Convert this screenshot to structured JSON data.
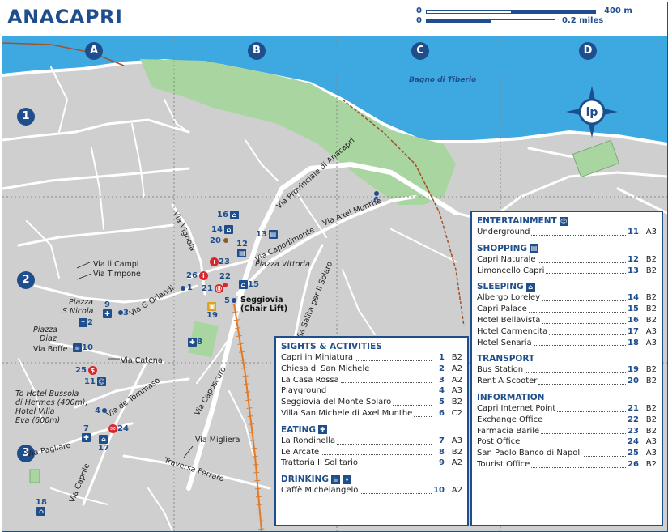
{
  "title": "ANACAPRI",
  "scale": {
    "zero_top": "0",
    "zero_bottom": "0",
    "metric_label": "400 m",
    "imperial_label": "0.2 miles"
  },
  "grid": {
    "columns": [
      "A",
      "B",
      "C",
      "D"
    ],
    "rows": [
      "1",
      "2",
      "3"
    ]
  },
  "map_labels": {
    "bay": "Bagno di Tiberio",
    "piazza_vittoria": "Piazza Vittoria",
    "piazza_s_nicola_1": "Piazza",
    "piazza_s_nicola_2": "S Nicola",
    "piazza_diaz_1": "Piazza",
    "piazza_diaz_2": "Diaz",
    "seggiovia_1": "Seggiovia",
    "seggiovia_2": "(Chair Lift)",
    "hotels_note_1": "To Hotel Bussola",
    "hotels_note_2": "di Hermes (400m);",
    "hotels_note_3": "Hotel Villa",
    "hotels_note_4": "Eva (600m)"
  },
  "streets": {
    "via_provinciale": "Via Provinciale di Anacapri",
    "via_axel_munthe": "Via Axel Munthe",
    "via_capodimonte": "Via Capodimonte",
    "via_vignola": "Via Vignola",
    "via_li_campi": "Via li Campi",
    "via_timpone": "Via Timpone",
    "via_g_orlandi": "Via G Orlandi",
    "via_boffe": "Via Boffe",
    "via_catena": "Via Catena",
    "via_de_tommaso": "Via de Tommaso",
    "via_caposcuro": "Via Caposcuro",
    "via_salita_solaro": "Via Salita per Il Solaro",
    "via_pagliaro": "Via Pagliaro",
    "via_caprile": "Via Caprile",
    "via_migliera": "Via Migliera",
    "traversa_ferraro": "Traversa Ferraro"
  },
  "markers": {
    "m1": "1",
    "m2": "2",
    "m3": "3",
    "m4": "4",
    "m5": "5",
    "m6": "6",
    "m7": "7",
    "m8": "8",
    "m9": "9",
    "m10": "10",
    "m11": "11",
    "m12": "12",
    "m13": "13",
    "m14": "14",
    "m15": "15",
    "m16": "16",
    "m17": "17",
    "m18": "18",
    "m19": "19",
    "m20": "20",
    "m21": "21",
    "m22": "22",
    "m23": "23",
    "m24": "24",
    "m25": "25",
    "m26": "26"
  },
  "legend_left": {
    "sights_title": "SIGHTS & ACTIVITIES",
    "sights": [
      {
        "name": "Capri in Miniatura",
        "page": "1",
        "grid": "B2"
      },
      {
        "name": "Chiesa di San Michele",
        "page": "2",
        "grid": "A2"
      },
      {
        "name": "La Casa Rossa",
        "page": "3",
        "grid": "A2"
      },
      {
        "name": "Playground",
        "page": "4",
        "grid": "A3"
      },
      {
        "name": "Seggiovia del Monte Solaro",
        "page": "5",
        "grid": "B2"
      },
      {
        "name": "Villa San Michele di Axel Munthe",
        "page": "6",
        "grid": "C2"
      }
    ],
    "eating_title": "EATING",
    "eating": [
      {
        "name": "La Rondinella",
        "page": "7",
        "grid": "A3"
      },
      {
        "name": "Le Arcate",
        "page": "8",
        "grid": "B2"
      },
      {
        "name": "Trattoria Il Solitario",
        "page": "9",
        "grid": "A2"
      }
    ],
    "drinking_title": "DRINKING",
    "drinking": [
      {
        "name": "Caffè Michelangelo",
        "page": "10",
        "grid": "A2"
      }
    ]
  },
  "legend_right": {
    "entertainment_title": "ENTERTAINMENT",
    "entertainment": [
      {
        "name": "Underground",
        "page": "11",
        "grid": "A3"
      }
    ],
    "shopping_title": "SHOPPING",
    "shopping": [
      {
        "name": "Capri Naturale",
        "page": "12",
        "grid": "B2"
      },
      {
        "name": "Limoncello Capri",
        "page": "13",
        "grid": "B2"
      }
    ],
    "sleeping_title": "SLEEPING",
    "sleeping": [
      {
        "name": "Albergo Loreley",
        "page": "14",
        "grid": "B2"
      },
      {
        "name": "Capri Palace",
        "page": "15",
        "grid": "B2"
      },
      {
        "name": "Hotel Bellavista",
        "page": "16",
        "grid": "B2"
      },
      {
        "name": "Hotel Carmencita",
        "page": "17",
        "grid": "A3"
      },
      {
        "name": "Hotel Senaria",
        "page": "18",
        "grid": "A3"
      }
    ],
    "transport_title": "TRANSPORT",
    "transport": [
      {
        "name": "Bus Station",
        "page": "19",
        "grid": "B2"
      },
      {
        "name": "Rent A Scooter",
        "page": "20",
        "grid": "B2"
      }
    ],
    "information_title": "INFORMATION",
    "information": [
      {
        "name": "Capri Internet Point",
        "page": "21",
        "grid": "B2"
      },
      {
        "name": "Exchange Office",
        "page": "22",
        "grid": "B2"
      },
      {
        "name": "Farmacia Barile",
        "page": "23",
        "grid": "B2"
      },
      {
        "name": "Post Office",
        "page": "24",
        "grid": "A3"
      },
      {
        "name": "San Paolo Banco di Napoli",
        "page": "25",
        "grid": "A3"
      },
      {
        "name": "Tourist Office",
        "page": "26",
        "grid": "B2"
      }
    ]
  },
  "colors": {
    "frame_blue": "#1f4e8c",
    "sea": "#3ea8e0",
    "land": "#cfcfcf",
    "park": "#a9d6a0",
    "road": "#ffffff",
    "funicular": "#e07b28",
    "footpath": "#a0522d"
  }
}
